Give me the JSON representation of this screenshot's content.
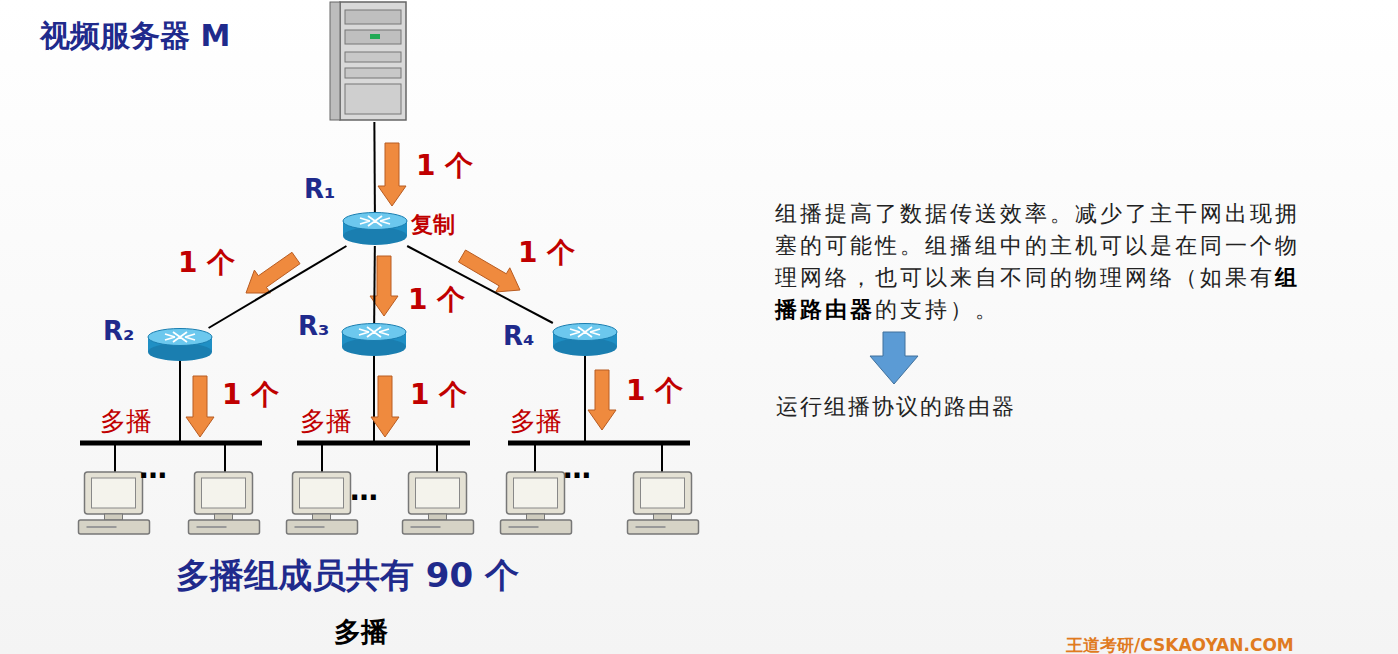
{
  "diagram": {
    "nodes": [
      {
        "text": [
          "视频服务器 M"
        ]
      },
      {
        "text": [
          "R₁"
        ]
      },
      {
        "text": [
          "R₂"
        ]
      },
      {
        "text": [
          "R₃"
        ]
      },
      {
        "text": [
          "R₄"
        ]
      }
    ],
    "edges": [
      {
        "from": 0,
        "to": 1,
        "arrow": "none"
      },
      {
        "from": 1,
        "to": 2,
        "arrow": "none"
      },
      {
        "from": 1,
        "to": 3,
        "arrow": "none"
      },
      {
        "from": 1,
        "to": 4,
        "arrow": "none"
      }
    ],
    "labels": [
      "1 个",
      "复制",
      "1 个",
      "1 个",
      "1 个",
      "1 个",
      "1 个",
      "1 个",
      "多播",
      "多播",
      "多播",
      "…",
      "…",
      "…",
      "多播组成员共有 90 个",
      "多播",
      "组播提高了数据传送效率。减少了主干网出现拥塞的可能性。组播组中的主机可以是在同一个物理网络，也可以来自不同的物理网络（如果有",
      "组播路由器",
      "的支持）。",
      "运行组播协议的路由器",
      "王道考研/CSKAOYAN.COM"
    ]
  }
}
